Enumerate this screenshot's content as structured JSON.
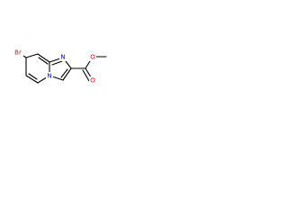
{
  "molecule": {
    "atoms": {
      "br": {
        "label": "Br",
        "color": "#a52a2a"
      },
      "n_ring": {
        "label": "N",
        "color": "#0000ff"
      },
      "n_bridge": {
        "label": "N",
        "color": "#0000ff"
      },
      "o_carbonyl": {
        "label": "O",
        "color": "#ff0000"
      },
      "o_ester": {
        "label": "O",
        "color": "#ff0000"
      }
    }
  }
}
